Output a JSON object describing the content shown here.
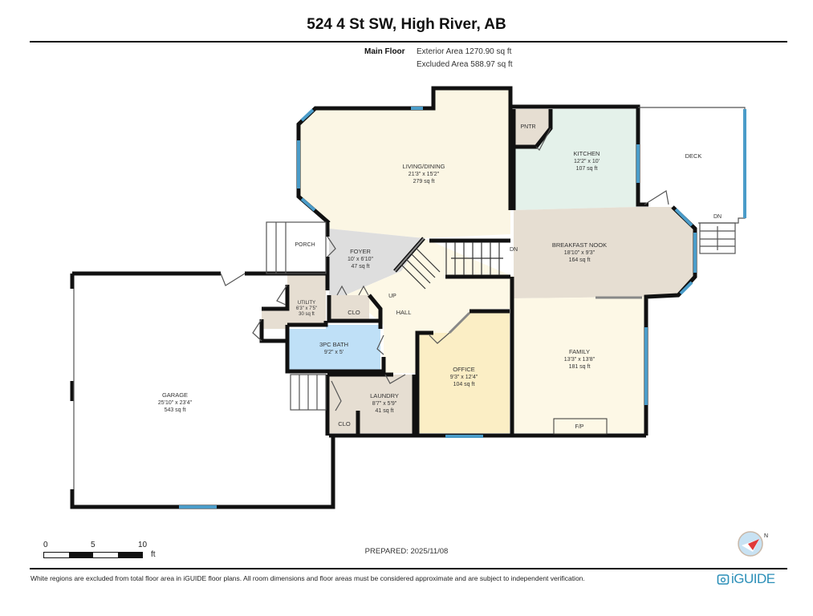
{
  "header": {
    "title": "524 4 St SW, High River, AB",
    "floor_name": "Main Floor",
    "exterior_area": "Exterior Area 1270.90 sq ft",
    "excluded_area": "Excluded Area 588.97 sq ft"
  },
  "colors": {
    "wall": "#111111",
    "window": "#4a9cc9",
    "living": "#fbf6e4",
    "kitchen": "#e4f1ea",
    "beige": "#e6ded2",
    "bath": "#bfe0f7",
    "office": "#fbeec5",
    "foyer": "#dedede",
    "hall": "#fdf8e6",
    "brand": "#2b8fb8",
    "compass_red": "#e03a3a",
    "compass_blue": "#c8e2f3"
  },
  "rooms": [
    {
      "name": "LIVING/DINING",
      "dims": "21'3\" x 15'2\"",
      "area": "279 sq ft"
    },
    {
      "name": "PNTR"
    },
    {
      "name": "KITCHEN",
      "dims": "12'2\" x 10'",
      "area": "107 sq ft"
    },
    {
      "name": "DECK"
    },
    {
      "name": "PORCH"
    },
    {
      "name": "FOYER",
      "dims": "10' x 6'10\"",
      "area": "47 sq ft"
    },
    {
      "name": "BREAKFAST NOOK",
      "dims": "18'10\" x 9'3\"",
      "area": "164 sq ft"
    },
    {
      "name": "UTILITY",
      "dims": "6'3\" x 7'5\"",
      "area": "30 sq ft"
    },
    {
      "name": "CLO"
    },
    {
      "name": "HALL"
    },
    {
      "name": "3PC BATH",
      "dims": "9'2\" x 5'"
    },
    {
      "name": "OFFICE",
      "dims": "9'3\" x 12'4\"",
      "area": "104 sq ft"
    },
    {
      "name": "FAMILY",
      "dims": "13'3\" x 13'8\"",
      "area": "181 sq ft"
    },
    {
      "name": "GARAGE",
      "dims": "25'10\" x 23'4\"",
      "area": "543 sq ft"
    },
    {
      "name": "LAUNDRY",
      "dims": "8'7\" x 5'9\"",
      "area": "41 sq ft"
    },
    {
      "name": "CLO"
    }
  ],
  "annotations": {
    "stairs_up": "UP",
    "stairs_down": "DN",
    "deck_down": "DN",
    "fireplace": "F/P"
  },
  "scale_bar": {
    "ticks": [
      "0",
      "5",
      "10"
    ],
    "unit": "ft"
  },
  "footer": {
    "prepared": "PREPARED: 2025/11/08",
    "disclaimer": "White regions are excluded from total floor area in iGUIDE floor plans. All room dimensions and floor areas must be considered approximate and are subject to independent verification.",
    "brand": "iGUIDE",
    "compass_label": "N"
  }
}
